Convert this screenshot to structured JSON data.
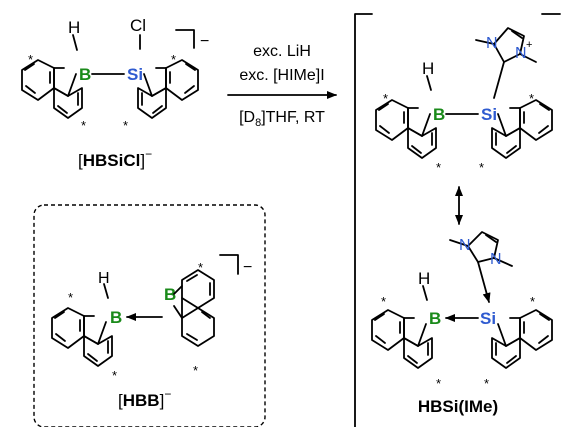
{
  "atoms": {
    "boron": "B",
    "silicon": "Si",
    "hydrogen": "H",
    "chlorine": "Cl",
    "nitrogen": "N",
    "charge": "−",
    "plus": "+",
    "radical_mark": "*"
  },
  "colors": {
    "boron": "#1a8a1a",
    "silicon": "#2f5bd0",
    "nitrogen": "#2f5bd0",
    "bonds": "#000000"
  },
  "reaction": {
    "reagent_1": "exc. LiH",
    "reagent_2": "exc. [HIMe]I",
    "solvent_prefix": "[D",
    "solvent_sub": "8",
    "solvent_suffix": "]THF, RT"
  },
  "labels": {
    "start_open": "[",
    "start_name": "HBSiCl",
    "start_close": "]",
    "start_charge": "−",
    "hbb_open": "[",
    "hbb_name": "HBB",
    "hbb_close": "]",
    "hbb_charge": "−",
    "product_name": "HBSi(IMe)"
  }
}
